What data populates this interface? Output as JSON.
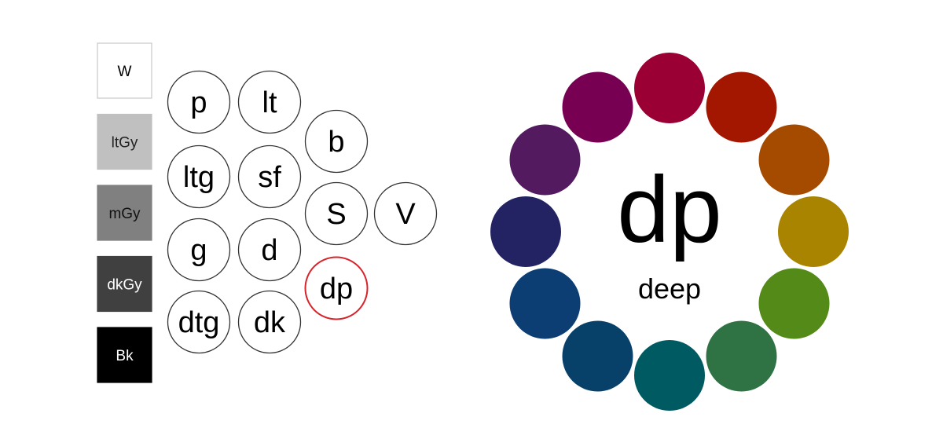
{
  "neutrals": [
    {
      "label": "W",
      "fill": "#ffffff",
      "text_color": "#000000",
      "border": "#c8c8c8"
    },
    {
      "label": "ltGy",
      "fill": "#c0c0c0",
      "text_color": "#222222",
      "border": "#c0c0c0"
    },
    {
      "label": "mGy",
      "fill": "#808080",
      "text_color": "#111111",
      "border": "#808080"
    },
    {
      "label": "dkGy",
      "fill": "#404040",
      "text_color": "#ffffff",
      "border": "#404040"
    },
    {
      "label": "Bk",
      "fill": "#000000",
      "text_color": "#ffffff",
      "border": "#000000"
    }
  ],
  "tones": [
    {
      "label": "p",
      "selected": false
    },
    {
      "label": "lt",
      "selected": false
    },
    {
      "label": "ltg",
      "selected": false
    },
    {
      "label": "sf",
      "selected": false
    },
    {
      "label": "g",
      "selected": false
    },
    {
      "label": "d",
      "selected": false
    },
    {
      "label": "dtg",
      "selected": false
    },
    {
      "label": "dk",
      "selected": false
    },
    {
      "label": "b",
      "selected": false
    },
    {
      "label": "S",
      "selected": false
    },
    {
      "label": "dp",
      "selected": true
    },
    {
      "label": "V",
      "selected": false
    }
  ],
  "colors": {
    "circle_border": "#333333",
    "selected_border": "#d9232a"
  },
  "wheel": {
    "title": "dp",
    "subtitle": "deep",
    "hues": [
      "#9b0034",
      "#a31600",
      "#a44b00",
      "#a88400",
      "#548a18",
      "#2f7244",
      "#005a62",
      "#074068",
      "#0d3e73",
      "#232364",
      "#531a60",
      "#780052"
    ]
  }
}
